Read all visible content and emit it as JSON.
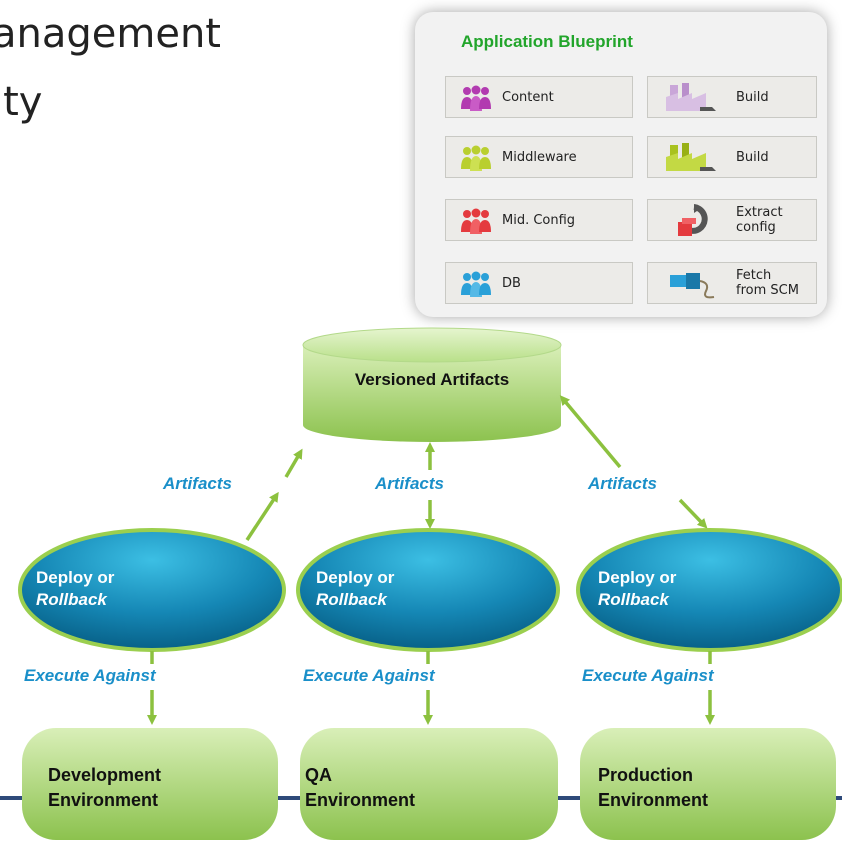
{
  "background_title": {
    "line1": "anagement",
    "line2": "ity"
  },
  "blueprint": {
    "title": "Application Blueprint",
    "rows": [
      {
        "left": {
          "label": "Content",
          "icon": "people-icon",
          "color": "#b23bb0"
        },
        "right": {
          "label": "Build",
          "icon": "factory-icon",
          "color": "#c9a6d8"
        }
      },
      {
        "left": {
          "label": "Middleware",
          "icon": "people-icon",
          "color": "#b9cf2f"
        },
        "right": {
          "label": "Build",
          "icon": "factory-icon",
          "color": "#b9cf2f"
        }
      },
      {
        "left": {
          "label": "Mid. Config",
          "icon": "people-icon",
          "color": "#e43a3e"
        },
        "right": {
          "label": "Extract config",
          "line1": "Extract",
          "line2": "config",
          "icon": "extract-icon",
          "color": "#e43a3e"
        }
      },
      {
        "left": {
          "label": "DB",
          "icon": "people-icon",
          "color": "#2aa0d8"
        },
        "right": {
          "label": "Fetch from SCM",
          "line1": "Fetch",
          "line2": "from SCM",
          "icon": "fetch-icon",
          "color": "#2aa0d8"
        }
      }
    ]
  },
  "diagram": {
    "repository": "Versioned Artifacts",
    "artifacts_labels": [
      "Artifacts",
      "Artifacts",
      "Artifacts"
    ],
    "action": {
      "line1": "Deploy or",
      "line2": "Rollback"
    },
    "execute_label": "Execute Against",
    "environments": [
      {
        "line1": "Development",
        "line2": "Environment"
      },
      {
        "line1": "QA",
        "line2": "Environment"
      },
      {
        "line1": "Production",
        "line2": "Environment"
      }
    ]
  },
  "colors": {
    "arrow": "#8cc13f",
    "label_blue": "#1a8fc9",
    "oval_dark": "#075d7f",
    "oval_light": "#22a8d0",
    "box_green": "#a5d36b",
    "blueprint_title": "#22a52b"
  }
}
